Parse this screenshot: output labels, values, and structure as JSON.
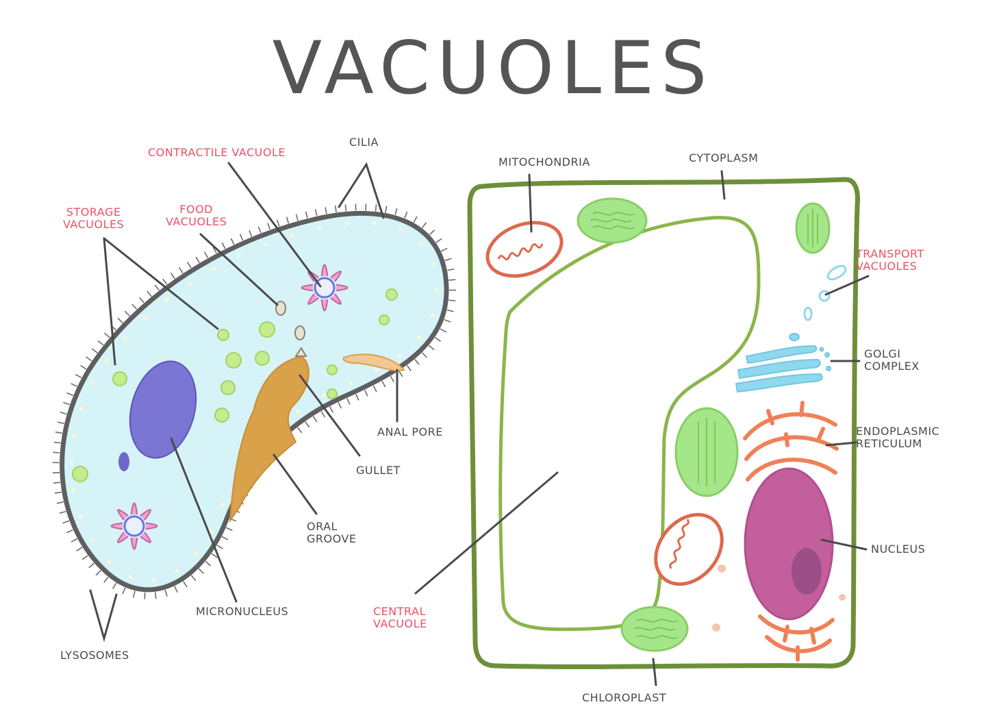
{
  "title": "VACUOLES",
  "colors": {
    "outline": "#5f5f5f",
    "cytoplasm_fill": "#d6f3f8",
    "highlight_label": "#ee4f63",
    "plain_label": "#4a4a4a",
    "plant_wall": "#6d8f3a",
    "chloroplast": "#a6e68a",
    "golgi": "#8fd8ee",
    "reticulum": "#f08058",
    "nucleus": "#c45f9e"
  },
  "paramecium": {
    "labels": {
      "contractile_vacuole": "CONTRACTILE VACUOLE",
      "cilia": "CILIA",
      "storage_vacuoles": "STORAGE\nVACUOLES",
      "food_vacuoles": "FOOD\nVACUOLES",
      "anal_pore": "ANAL PORE",
      "gullet": "GULLET",
      "oral_groove": "ORAL\nGROOVE",
      "micronucleus": "MICRONUCLEUS",
      "lysosomes": "LYSOSOMES"
    }
  },
  "plant_cell": {
    "labels": {
      "mitochondria": "MITOCHONDRIA",
      "cytoplasm": "CYTOPLASM",
      "transport_vacuoles": "TRANSPORT\nVACUOLES",
      "golgi_complex": "GOLGI\nCOMPLEX",
      "endoplasmic_reticulum": "ENDOPLASMIC\nRETICULUM",
      "nucleus": "NUCLEUS",
      "central_vacuole": "CENTRAL\nVACUOLE",
      "chloroplast": "CHLOROPLAST"
    }
  }
}
